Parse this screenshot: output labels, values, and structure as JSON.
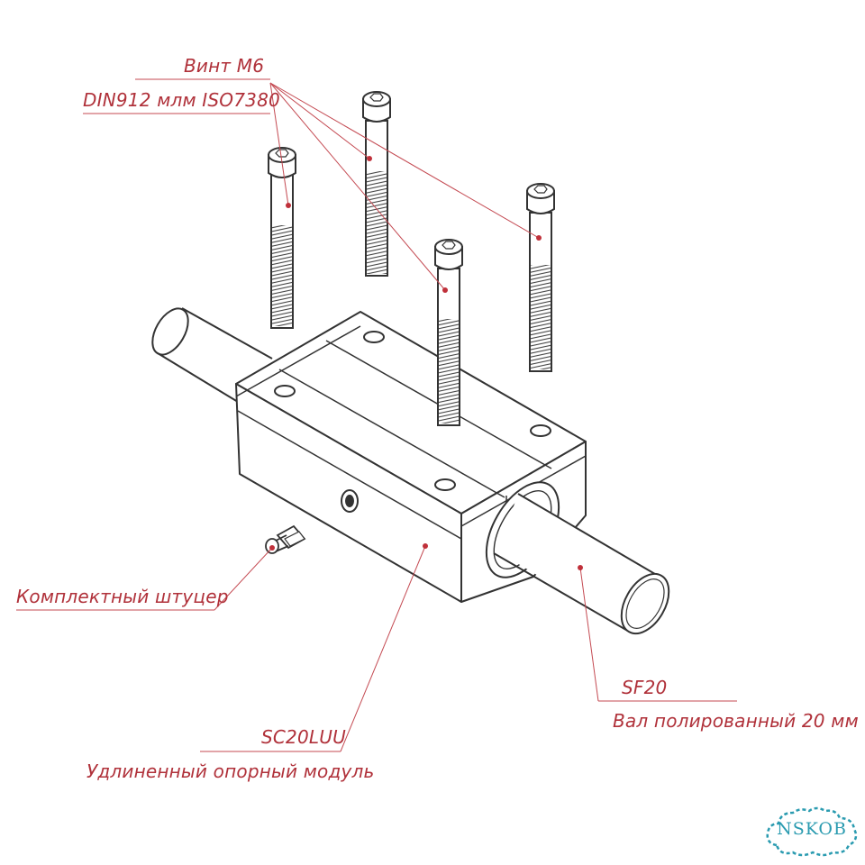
{
  "labels": {
    "screw_line1": "Винт М6",
    "screw_line2": "DIN912 млм ISO7380",
    "fitting": "Комплектный штуцер",
    "module_line1": "SC20LUU",
    "module_line2": "Удлиненный опорный модуль",
    "shaft_line1": "SF20",
    "shaft_line2": "Вал полированный 20 мм"
  },
  "logo": {
    "text": "NSKOB"
  },
  "colors": {
    "leader": "#c44a52",
    "label": "#b0313a",
    "outline": "#333333",
    "logo": "#2a9bb0"
  },
  "parts": {
    "screws": [
      "screw-m6"
    ],
    "module": "linear-bearing-block",
    "shaft": "polished-shaft",
    "fitting": "grease-nipple"
  }
}
